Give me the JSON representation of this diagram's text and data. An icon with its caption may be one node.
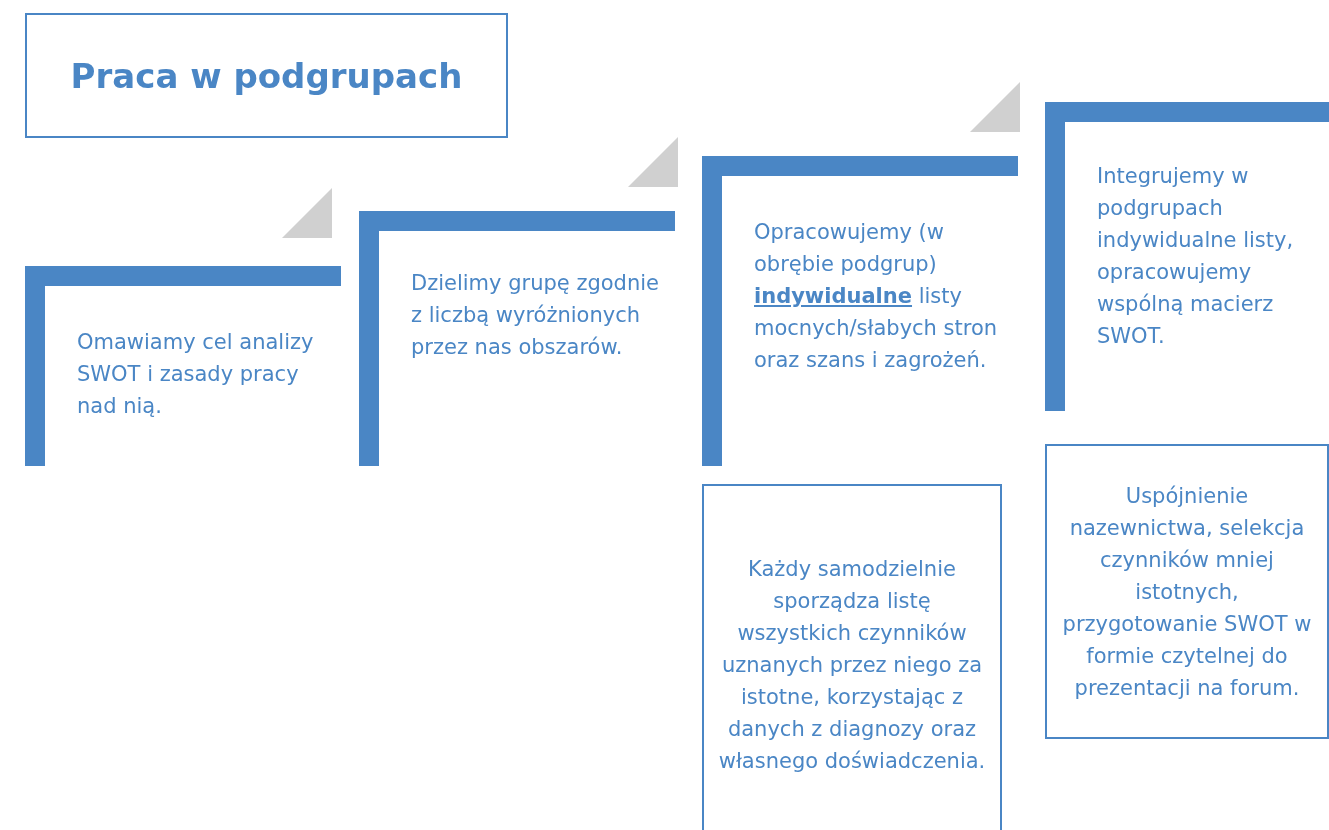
{
  "diagram": {
    "title": "Praca w podgrupach",
    "nodes": [
      {
        "text": [
          "Omawiamy cel analizy SWOT i zasady pracy nad nią."
        ]
      },
      {
        "text": [
          "Dzielimy grupę zgodnie z liczbą wyróżnionych przez nas obszarów."
        ]
      },
      {
        "text": [
          "Opracowujemy (w obrębie podgrup) **indywidualne** listy mocnych/słabych stron oraz szans i zagrożeń."
        ]
      },
      {
        "text": [
          "Integrujemy w podgrupach indywidualne listy, opracowujemy wspólną macierz SWOT."
        ]
      },
      {
        "text": [
          "Każdy samodzielnie sporządza listę wszystkich czynników uznanych przez niego za istotne, korzystając z danych z diagnozy oraz własnego doświadczenia."
        ]
      },
      {
        "text": [
          "Uspójnienie nazewnictwa, selekcja czynników mniej istotnych, przygotowanie SWOT w formie czytelnej do prezentacji na forum."
        ]
      }
    ]
  }
}
